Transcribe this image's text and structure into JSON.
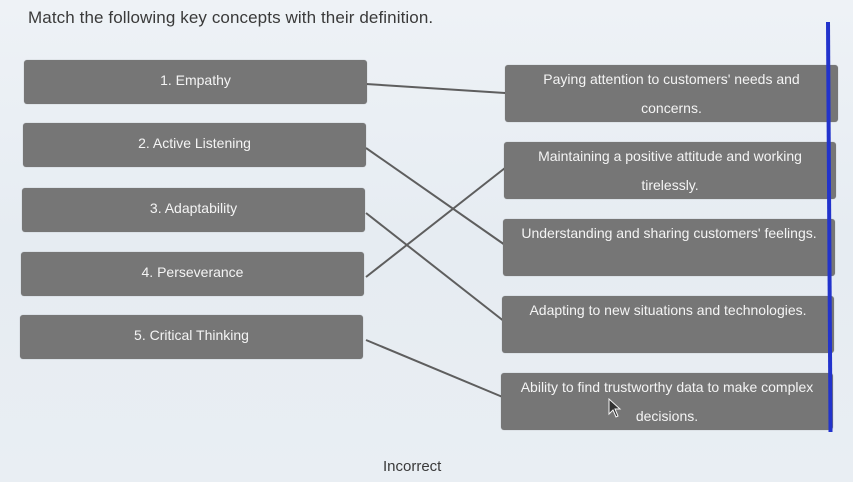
{
  "question": {
    "title": "Match the following key concepts with their definition."
  },
  "concepts": [
    {
      "label": "1. Empathy"
    },
    {
      "label": "2. Active Listening"
    },
    {
      "label": "3. Adaptability"
    },
    {
      "label": "4. Perseverance"
    },
    {
      "label": "5. Critical Thinking"
    }
  ],
  "definitions": [
    {
      "label": "Paying attention to customers' needs and concerns."
    },
    {
      "label": "Maintaining a positive attitude and working tirelessly."
    },
    {
      "label": "Understanding and sharing customers' feelings."
    },
    {
      "label": "Adapting to new situations and technologies."
    },
    {
      "label": "Ability to find trustworthy data to make complex decisions."
    }
  ],
  "matches": [
    {
      "concept": 1,
      "definition": 1
    },
    {
      "concept": 2,
      "definition": 3
    },
    {
      "concept": 3,
      "definition": 4
    },
    {
      "concept": 4,
      "definition": 2
    },
    {
      "concept": 5,
      "definition": 5
    }
  ],
  "result": {
    "status": "Incorrect"
  },
  "colors": {
    "box": "#767676",
    "line": "#5e5e5e",
    "accent_bar": "#2233cc"
  }
}
